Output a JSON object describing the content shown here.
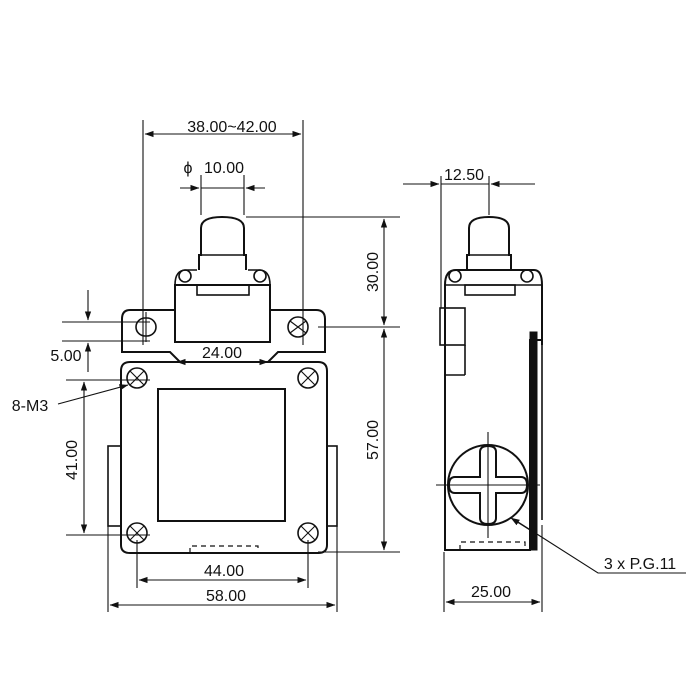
{
  "labels": {
    "dim_width_range": "38.00~42.00",
    "dim_plunger_dia_symbol": "ϕ",
    "dim_plunger_dia": "10.00",
    "dim_plunger_height": "30.00",
    "dim_head_width": "24.00",
    "dim_offset": "5.00",
    "screw_spec": "8-M3",
    "dim_hole_vertical": "41.00",
    "dim_body_height": "57.00",
    "dim_hole_horizontal": "44.00",
    "dim_total_width": "58.00",
    "dim_side_plunger": "12.50",
    "conduit_spec": "3 x P.G.11",
    "dim_side_depth": "25.00"
  }
}
